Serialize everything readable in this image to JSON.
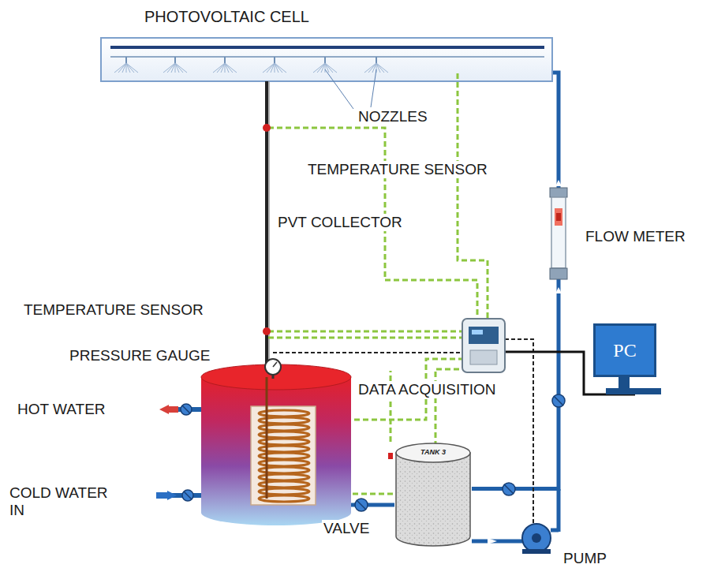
{
  "diagram": {
    "nodes": [
      {
        "text": [
          "PHOTOVOLTAIC CELL"
        ]
      },
      {
        "text": [
          "TANK 3"
        ]
      },
      {
        "text": [
          "PC"
        ]
      }
    ],
    "edges": [
      {
        "from": 1,
        "to": 0,
        "arrow": "none"
      }
    ],
    "labels": [
      "NOZZLES",
      "TEMPERATURE SENSOR",
      "PVT COLLECTOR",
      "FLOW METER",
      "TEMPERATURE SENSOR",
      "PRESSURE GAUGE",
      "DATA ACQUISITION",
      "HOT WATER",
      "COLD WATER IN",
      "VALVE",
      "PUMP"
    ]
  }
}
